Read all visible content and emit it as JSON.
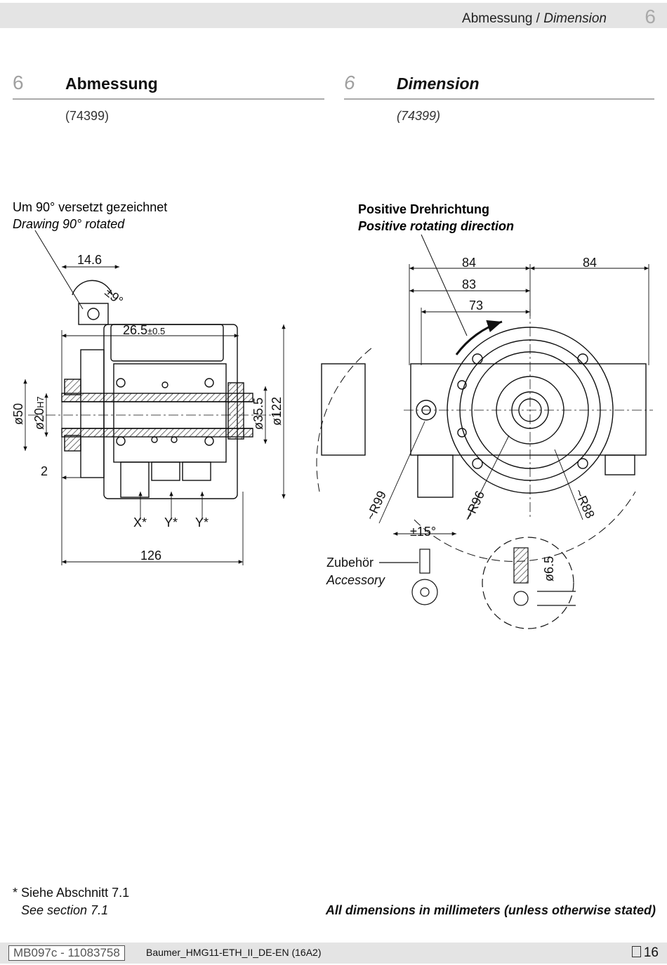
{
  "header": {
    "title_de": "Abmessung /",
    "title_en": "Dimension",
    "section_number": "6"
  },
  "left_section": {
    "number": "6",
    "title": "Abmessung",
    "code": "(74399)"
  },
  "right_section": {
    "number": "6",
    "title": "Dimension",
    "code": "(74399)"
  },
  "drawing": {
    "rotated_note_de": "Um 90° versetzt gezeichnet",
    "rotated_note_en": "Drawing 90° rotated",
    "rotation_de": "Positive Drehrichtung",
    "rotation_en": "Positive rotating direction",
    "accessory_de": "Zubehör",
    "accessory_en": "Accessory",
    "dims_side": {
      "d14_6": "14.6",
      "angle9": "±9°",
      "d26_5": "26.5",
      "d26_5_tol": "±0.5",
      "d50": "ø50",
      "d20": "ø20",
      "d20_tol": "H7",
      "d35_5": "ø35.5",
      "d122": "ø122",
      "d2": "2",
      "d126": "126",
      "x": "X*",
      "y1": "Y*",
      "y2": "Y*"
    },
    "dims_front": {
      "d84a": "84",
      "d84b": "84",
      "d83": "83",
      "d73": "73",
      "r99": "~R99",
      "r96": "~R96",
      "r88": "~R88",
      "angle15": "±15°",
      "d6_5": "ø6.5"
    }
  },
  "footnotes": {
    "note_de": "* Siehe Abschnitt 7.1",
    "note_en": "See section 7.1",
    "units": "All dimensions in millimeters (unless otherwise stated)"
  },
  "footer": {
    "doc_id": "MB097c - 11083758",
    "file": "Baumer_HMG11-ETH_II_DE-EN (16A2)",
    "page": "16"
  }
}
